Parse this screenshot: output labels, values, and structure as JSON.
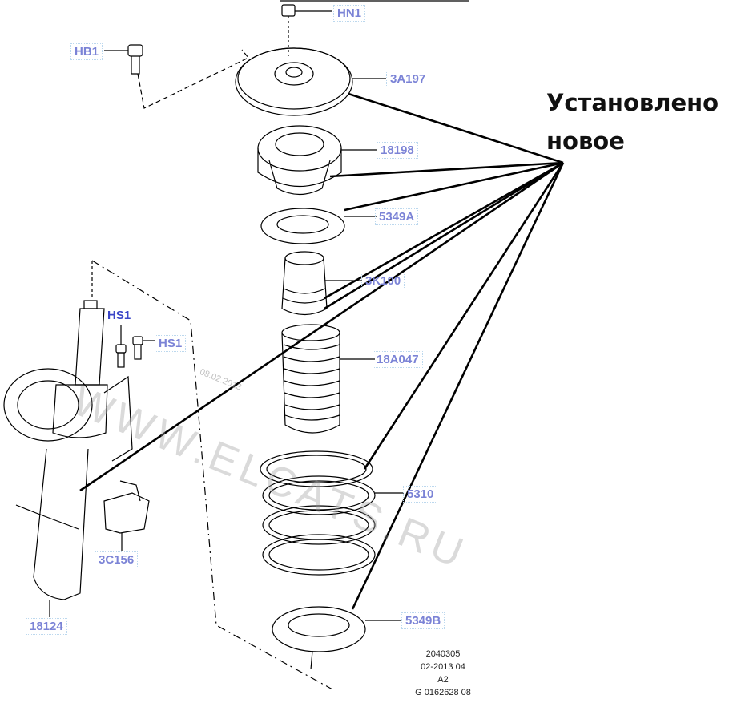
{
  "diagram": {
    "title_note": {
      "line1": "Установлено",
      "line2": "новое"
    },
    "part_labels": {
      "hn1": "HN1",
      "hb1": "HB1",
      "a3_197": "3A197",
      "p18198": "18198",
      "p5349a": "5349A",
      "p3k100": "3K100",
      "p18a047": "18A047",
      "p5310": "5310",
      "p5349b": "5349B",
      "hs1_top": "HS1",
      "hs1_side": "HS1",
      "p3c156": "3C156",
      "p18124": "18124"
    },
    "watermark": {
      "text": "WWW.ELCATS.RU",
      "date": "08.02.2013"
    },
    "code_block": {
      "line1": "2040305",
      "line2": "02-2013 04",
      "line3": "A2",
      "line4": "G 0162628 08"
    },
    "colors": {
      "label_text": "#7b83d6",
      "label_dark": "#3b46c8",
      "lines": "#000000"
    }
  }
}
